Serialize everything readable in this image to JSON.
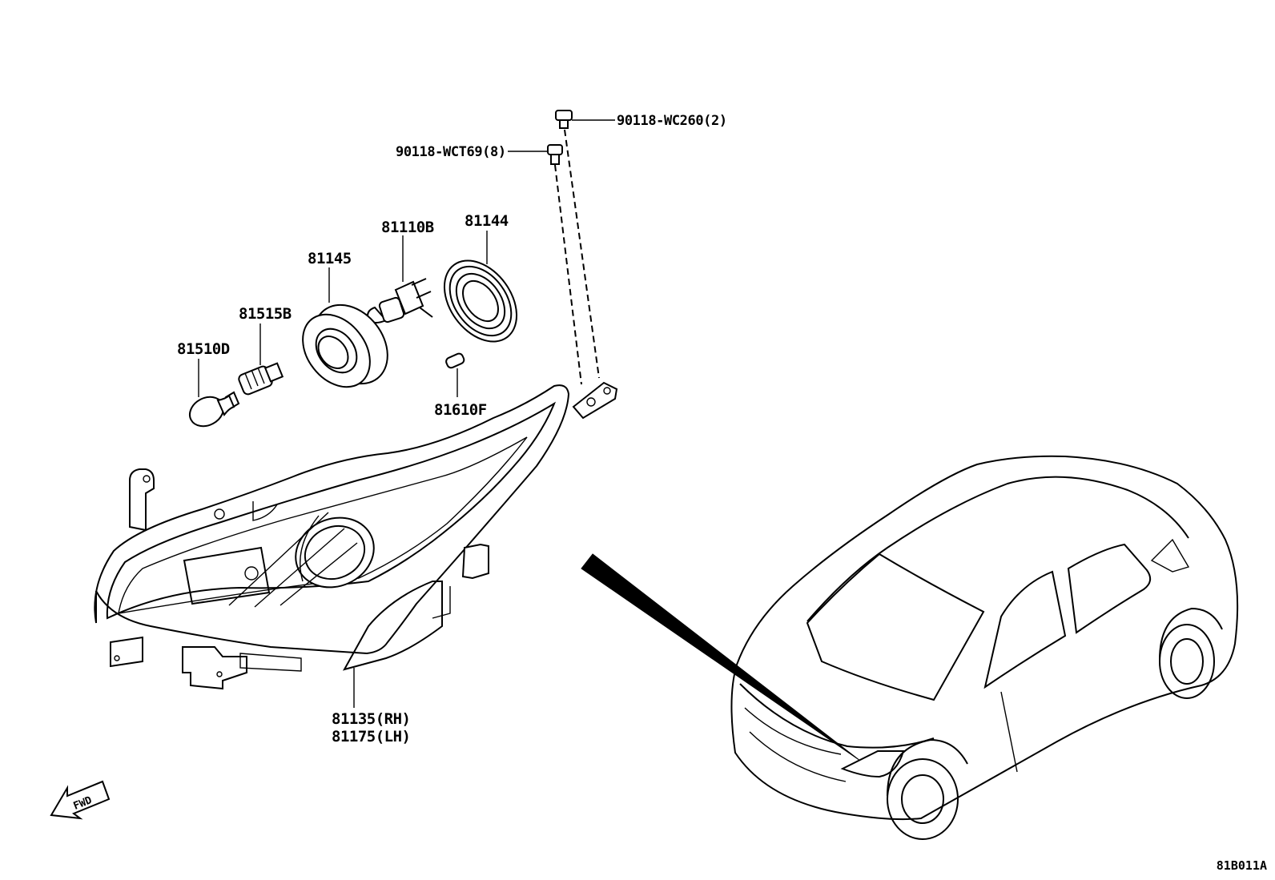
{
  "diagram": {
    "reference_code": "81B011A",
    "direction_label": "FWD",
    "parts": [
      {
        "id": "p-90118-wc260",
        "label": "90118-WC260(2)",
        "icon": "bolt-icon"
      },
      {
        "id": "p-90118-wct69",
        "label": "90118-WCT69(8)",
        "icon": "screw-icon"
      },
      {
        "id": "p-81110b",
        "label": "81110B",
        "icon": "headlamp-bulb-icon"
      },
      {
        "id": "p-81144",
        "label": "81144",
        "icon": "socket-cover-icon"
      },
      {
        "id": "p-81145",
        "label": "81145",
        "icon": "socket-cover-ring-icon"
      },
      {
        "id": "p-81515b",
        "label": "81515B",
        "icon": "bulb-socket-icon"
      },
      {
        "id": "p-81510d",
        "label": "81510D",
        "icon": "turn-signal-bulb-icon"
      },
      {
        "id": "p-81610f",
        "label": "81610F",
        "icon": "wedge-bulb-icon"
      },
      {
        "id": "p-81135",
        "label": "81135(RH)",
        "icon": "headlamp-assembly-icon"
      },
      {
        "id": "p-81175",
        "label": "81175(LH)",
        "icon": "headlamp-assembly-icon"
      }
    ]
  }
}
